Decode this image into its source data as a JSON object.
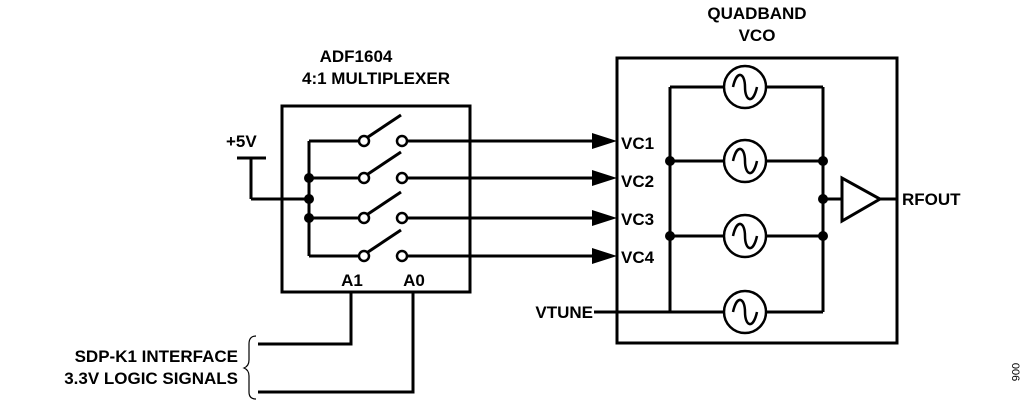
{
  "mux": {
    "title_line1": "ADF1604",
    "title_line2": "4:1 MULTIPLEXER",
    "supply_label": "+5V",
    "address_pins": [
      "A1",
      "A0"
    ],
    "switch_count": 4
  },
  "vco": {
    "title_line1": "QUADBAND",
    "title_line2": "VCO",
    "control_inputs": [
      "VC1",
      "VC2",
      "VC3",
      "VC4"
    ],
    "tune_input": "VTUNE",
    "output_label": "RFOUT",
    "oscillator_count": 4,
    "oscillator_icon": "sine-wave-source-icon",
    "buffer_icon": "buffer-amplifier-icon"
  },
  "interface": {
    "line1": "SDP-K1 INTERFACE",
    "line2": "3.3V LOGIC SIGNALS"
  },
  "figure_id": "006",
  "colors": {
    "line": "#000000",
    "background": "#ffffff"
  }
}
